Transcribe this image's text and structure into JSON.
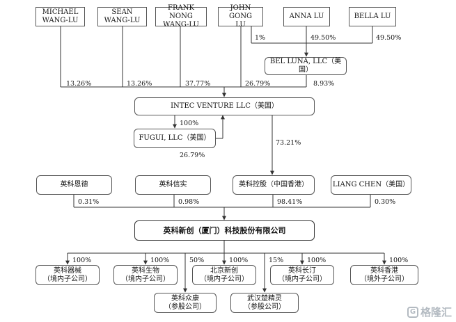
{
  "top_shareholders": [
    {
      "name": "MICHAEL\nWANG-LU",
      "pct_to_intec": "13.26%"
    },
    {
      "name": "SEAN\nWANG-LU",
      "pct_to_intec": "13.26%"
    },
    {
      "name": "FRANK NONG\nWANG-LU",
      "pct_to_intec": "37.77%"
    },
    {
      "name": "JOHN GONG\nLU",
      "pct_to_intec": "26.79%",
      "pct_to_bel_luna": "1%"
    },
    {
      "name": "ANNA LU",
      "pct_to_bel_luna": "49.50%"
    },
    {
      "name": "BELLA LU",
      "pct_to_bel_luna": "49.50%"
    }
  ],
  "bel_luna": {
    "name": "BEL LUNA, LLC（美国）",
    "pct_to_intec": "8.93%"
  },
  "intec": {
    "name": "INTEC VENTURE LLC（美国）",
    "pct_to_fugui": "100%",
    "pct_to_yingke_hk": "73.21%"
  },
  "fugui": {
    "name": "FUGUI, LLC（美国）",
    "pct_to_intec_note": "26.79%"
  },
  "mid_shareholders": [
    {
      "name": "英科恩德",
      "pct": "0.31%"
    },
    {
      "name": "英科信实",
      "pct": "0.98%"
    },
    {
      "name": "英科控股（中国香港）",
      "pct": "98.41%"
    },
    {
      "name": "LIANG CHEN（美国）",
      "pct": "0.30%"
    }
  ],
  "company": {
    "name": "英科新创（厦门）科技股份有限公司"
  },
  "subsidiaries": [
    {
      "name": "英科器械\n（境内子公司）",
      "pct": "100%"
    },
    {
      "name": "英科生物\n（境内子公司）",
      "pct": "100%"
    },
    {
      "name": "北京新创\n（境内子公司）",
      "pct": "100%"
    },
    {
      "name": "英科长汀\n（境内子公司）",
      "pct": "100%"
    },
    {
      "name": "英科香港\n（境外子公司）",
      "pct": "100%"
    }
  ],
  "associates": [
    {
      "name": "英科众康\n（参股公司）",
      "pct": "50%"
    },
    {
      "name": "武汉楚精灵\n（参股公司）",
      "pct": "15%"
    }
  ],
  "watermark": {
    "text": "格隆汇",
    "icon": "gelonghui-logo-icon"
  }
}
